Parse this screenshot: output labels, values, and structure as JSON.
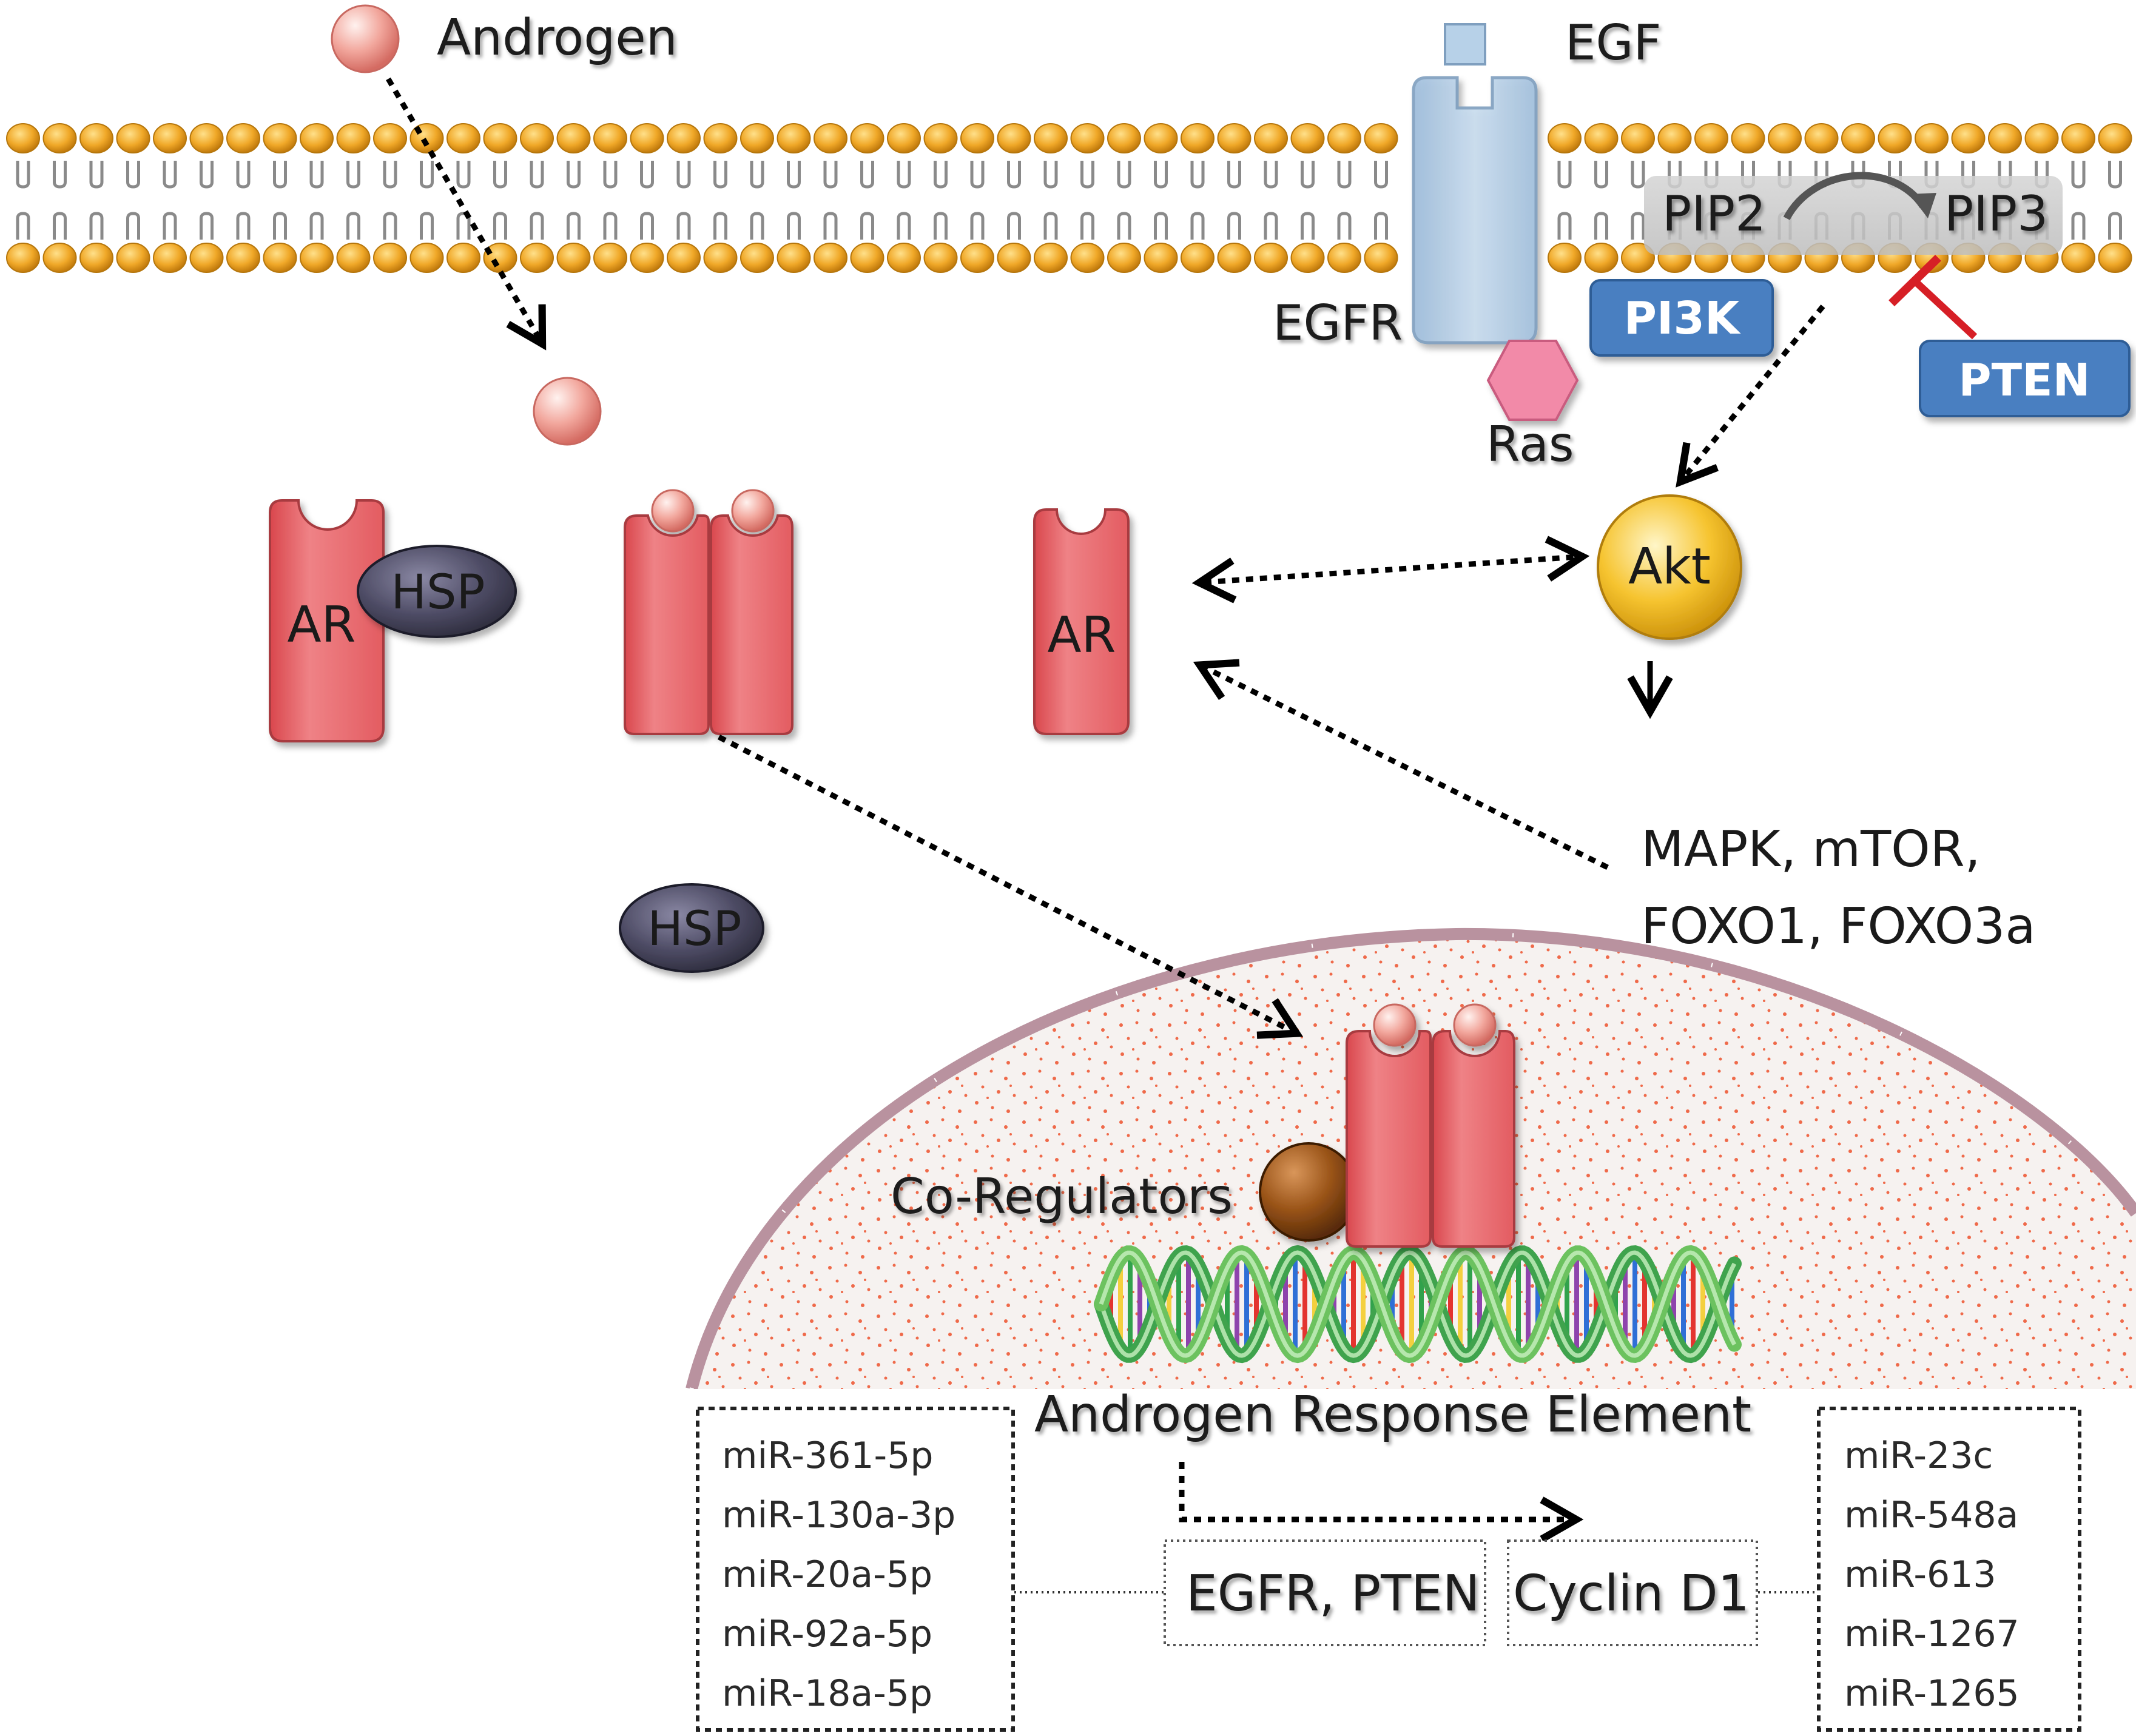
{
  "labels": {
    "androgen": "Androgen",
    "egf": "EGF",
    "egfr": "EGFR",
    "ras": "Ras",
    "pip2": "PIP2",
    "pip3": "PIP3",
    "pi3k": "PI3K",
    "pten": "PTEN",
    "akt": "Akt",
    "ar_left": "AR",
    "hsp_bound": "HSP",
    "ar_right": "AR",
    "hsp_free": "HSP",
    "downstream_line1": "MAPK, mTOR,",
    "downstream_line2": "FOXO1, FOXO3a",
    "co_regulators": "Co-Regulators",
    "are": "Androgen Response Element",
    "target_egfr_pten": "EGFR, PTEN",
    "target_cyclin": "Cyclin D1"
  },
  "mirna_left": [
    "miR-361-5p",
    "miR-130a-3p",
    "miR-20a-5p",
    "miR-92a-5p",
    "miR-18a-5p"
  ],
  "mirna_right": [
    "miR-23c",
    "miR-548a",
    "miR-613",
    "miR-1267",
    "miR-1265"
  ],
  "colors": {
    "membrane_head": "#f0a828",
    "receptor_red": "#e8666a",
    "egfr_blue": "#b7d1e8",
    "kinase_blue": "#4a7fc1",
    "hsp_gray": "#4c4a63",
    "akt_yellow": "#f6c430",
    "inhibit_red": "#d61f26",
    "nucleus_rim": "#b9929f"
  }
}
